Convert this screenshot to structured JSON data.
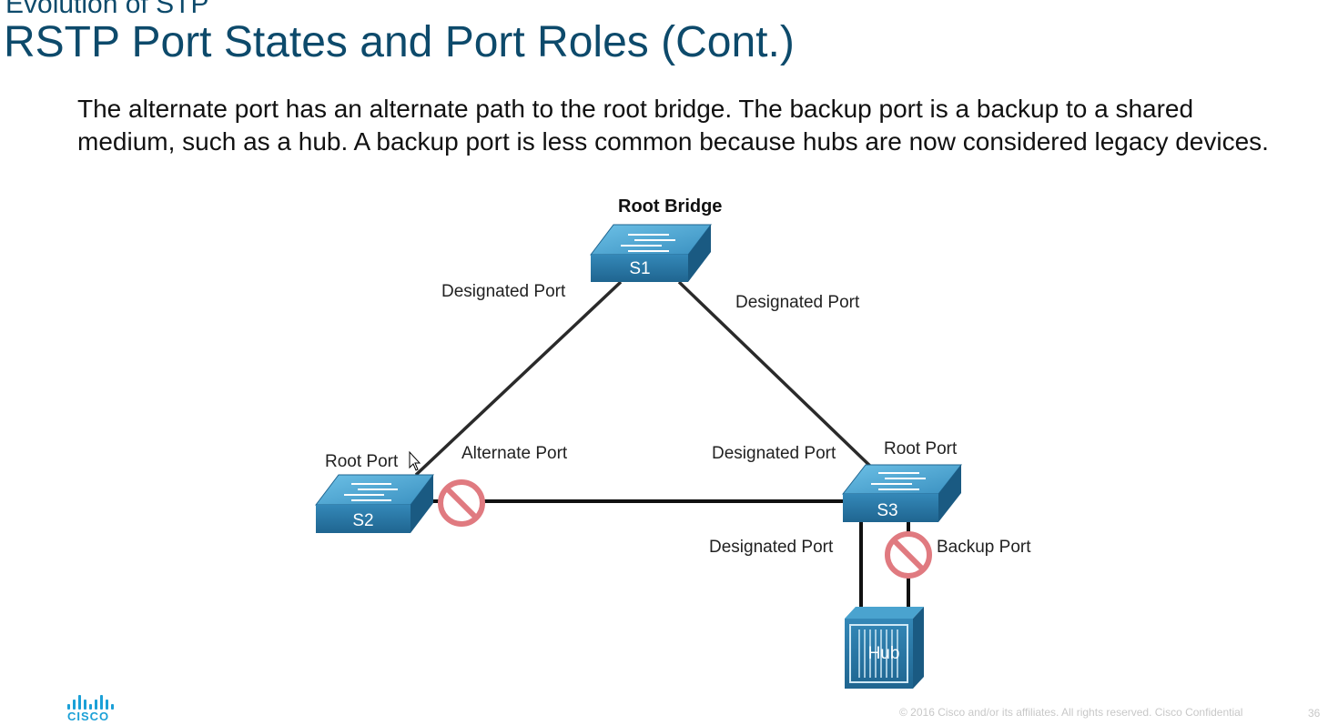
{
  "header": {
    "supertitle": "Evolution of STP",
    "title": "RSTP Port States and Port Roles (Cont.)"
  },
  "body": {
    "text": "The alternate port has an alternate path to the root bridge. The backup port is a backup to a shared medium, such as a hub. A backup port is less common because hubs are now considered legacy devices."
  },
  "diagram": {
    "root_bridge_label": "Root Bridge",
    "switches": {
      "s1": "S1",
      "s2": "S2",
      "s3": "S3"
    },
    "hub_label": "Hub",
    "port_labels": {
      "s1_left": "Designated Port",
      "s1_right": "Designated Port",
      "s2_root": "Root Port",
      "s2_alternate": "Alternate Port",
      "s3_top": "Designated Port",
      "s3_root": "Root Port",
      "s3_hub": "Designated Port",
      "s3_backup": "Backup Port"
    },
    "colors": {
      "switch_front": "#2e7ba8",
      "switch_top": "#4aa3cf",
      "blocked": "#e07a80",
      "link": "#222222"
    }
  },
  "footer": {
    "copyright": "© 2016  Cisco and/or its affiliates. All rights reserved.   Cisco Confidential",
    "page_number": "36",
    "logo_text": "CISCO"
  }
}
